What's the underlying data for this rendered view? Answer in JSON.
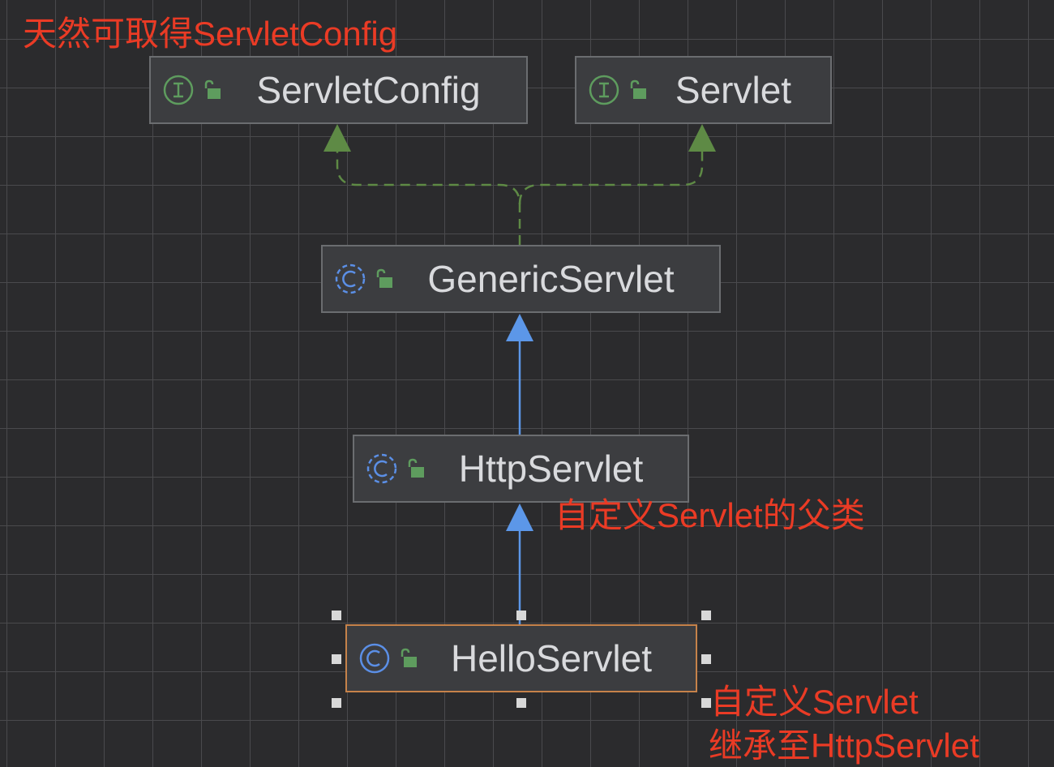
{
  "nodes": {
    "servlet_config": {
      "name": "ServletConfig",
      "kind": "interface",
      "access": "public"
    },
    "servlet": {
      "name": "Servlet",
      "kind": "interface",
      "access": "public"
    },
    "generic_servlet": {
      "name": "GenericServlet",
      "kind": "class",
      "access": "public"
    },
    "http_servlet": {
      "name": "HttpServlet",
      "kind": "class",
      "access": "public"
    },
    "hello_servlet": {
      "name": "HelloServlet",
      "kind": "class",
      "access": "public",
      "selected": true
    }
  },
  "edges": [
    {
      "from": "GenericServlet",
      "to": "ServletConfig",
      "type": "implements",
      "style": "dashed",
      "color": "#5e8a45"
    },
    {
      "from": "GenericServlet",
      "to": "Servlet",
      "type": "implements",
      "style": "dashed",
      "color": "#5e8a45"
    },
    {
      "from": "HttpServlet",
      "to": "GenericServlet",
      "type": "extends",
      "style": "solid",
      "color": "#5c97e8"
    },
    {
      "from": "HelloServlet",
      "to": "HttpServlet",
      "type": "extends",
      "style": "solid",
      "color": "#5c97e8"
    }
  ],
  "annotations": {
    "config_note": "天然可取得ServletConfig",
    "parent_note": "自定义Servlet的父类",
    "custom_note_line1": "自定义Servlet",
    "custom_note_line2": "继承至HttpServlet"
  },
  "colors": {
    "background": "#2b2b2d",
    "grid": "#4a4a4d",
    "node_fill": "#3c3d40",
    "node_border": "#6b6d70",
    "selected_border": "#c6824a",
    "interface_icon": "#5e9c5e",
    "class_icon": "#5b8fe6",
    "lock_icon": "#5e9c5e",
    "annotation_text": "#ea3b25"
  }
}
